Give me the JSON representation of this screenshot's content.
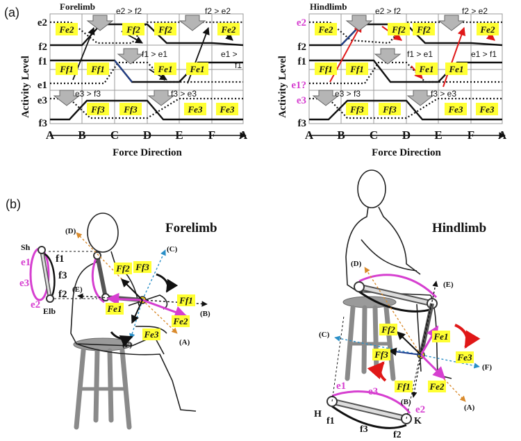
{
  "panel_a": {
    "label": "(a)"
  },
  "panel_b": {
    "label": "(b)"
  },
  "forelimb_chart": {
    "title": "Forelimb",
    "ylabel": "Activity Level",
    "xlabel": "Force Direction",
    "x_ticks": [
      "A",
      "B",
      "C",
      "D",
      "E",
      "F",
      "A"
    ],
    "y_ticks": [
      "e2",
      "f2",
      "f1",
      "e1",
      "e3",
      "f3"
    ],
    "boxes": [
      "Fe2",
      "Ff2",
      "Ff2",
      "Fe2",
      "Ff1",
      "Ff1",
      "Fe1",
      "Fe1",
      "Ff3",
      "Ff3",
      "Fe3",
      "Fe3"
    ],
    "annotations": [
      "e2 > f2",
      "f2 > e2",
      "f1 > e1",
      "e1 >",
      "f1",
      "e3 > f3",
      "f3 > e3"
    ]
  },
  "hindlimb_chart": {
    "title": "Hindlimb",
    "ylabel": "Activity Level",
    "xlabel": "Force Direction",
    "x_ticks": [
      "A",
      "B",
      "C",
      "D",
      "E",
      "F",
      "A"
    ],
    "y_ticks": [
      "e2",
      "f2",
      "f1",
      "e1?",
      "e3",
      "f3"
    ],
    "boxes": [
      "Fe2",
      "Ff2",
      "Ff2",
      "Fe2",
      "Ff1",
      "Ff1",
      "Fe1",
      "Fe1",
      "Ff3",
      "Ff3",
      "Fe3",
      "Fe3"
    ],
    "annotations": [
      "e2 > f2",
      "f2 > e2",
      "f1 > e1",
      "e1 > f1",
      "e3 > f3",
      "f3 > e3"
    ]
  },
  "forelimb_figure": {
    "title": "Forelimb",
    "joint_labels": [
      "Sh",
      "Elb"
    ],
    "muscles": [
      "e1",
      "e3",
      "e2",
      "f1",
      "f3",
      "f2"
    ],
    "directions": [
      "(A)",
      "(B)",
      "(C)",
      "(D)",
      "(E)",
      "(F)"
    ],
    "force_boxes": [
      "Ff2",
      "Ff3",
      "Ff1",
      "Fe1",
      "Fe2",
      "Fe3"
    ]
  },
  "hindlimb_figure": {
    "title": "Hindlimb",
    "joint_labels": [
      "H",
      "K"
    ],
    "muscles": [
      "e1",
      "e3",
      "e2",
      "f1",
      "f3",
      "f2"
    ],
    "directions": [
      "(A)",
      "(B)",
      "(C)",
      "(D)",
      "(E)",
      "(F)"
    ],
    "force_boxes": [
      "Ff2",
      "Fe1",
      "Ff3",
      "Fe3",
      "Ff1",
      "Fe2"
    ]
  },
  "colors": {
    "magenta": "#d63fd0",
    "highlight": "#ffff33",
    "red": "#e01818"
  }
}
